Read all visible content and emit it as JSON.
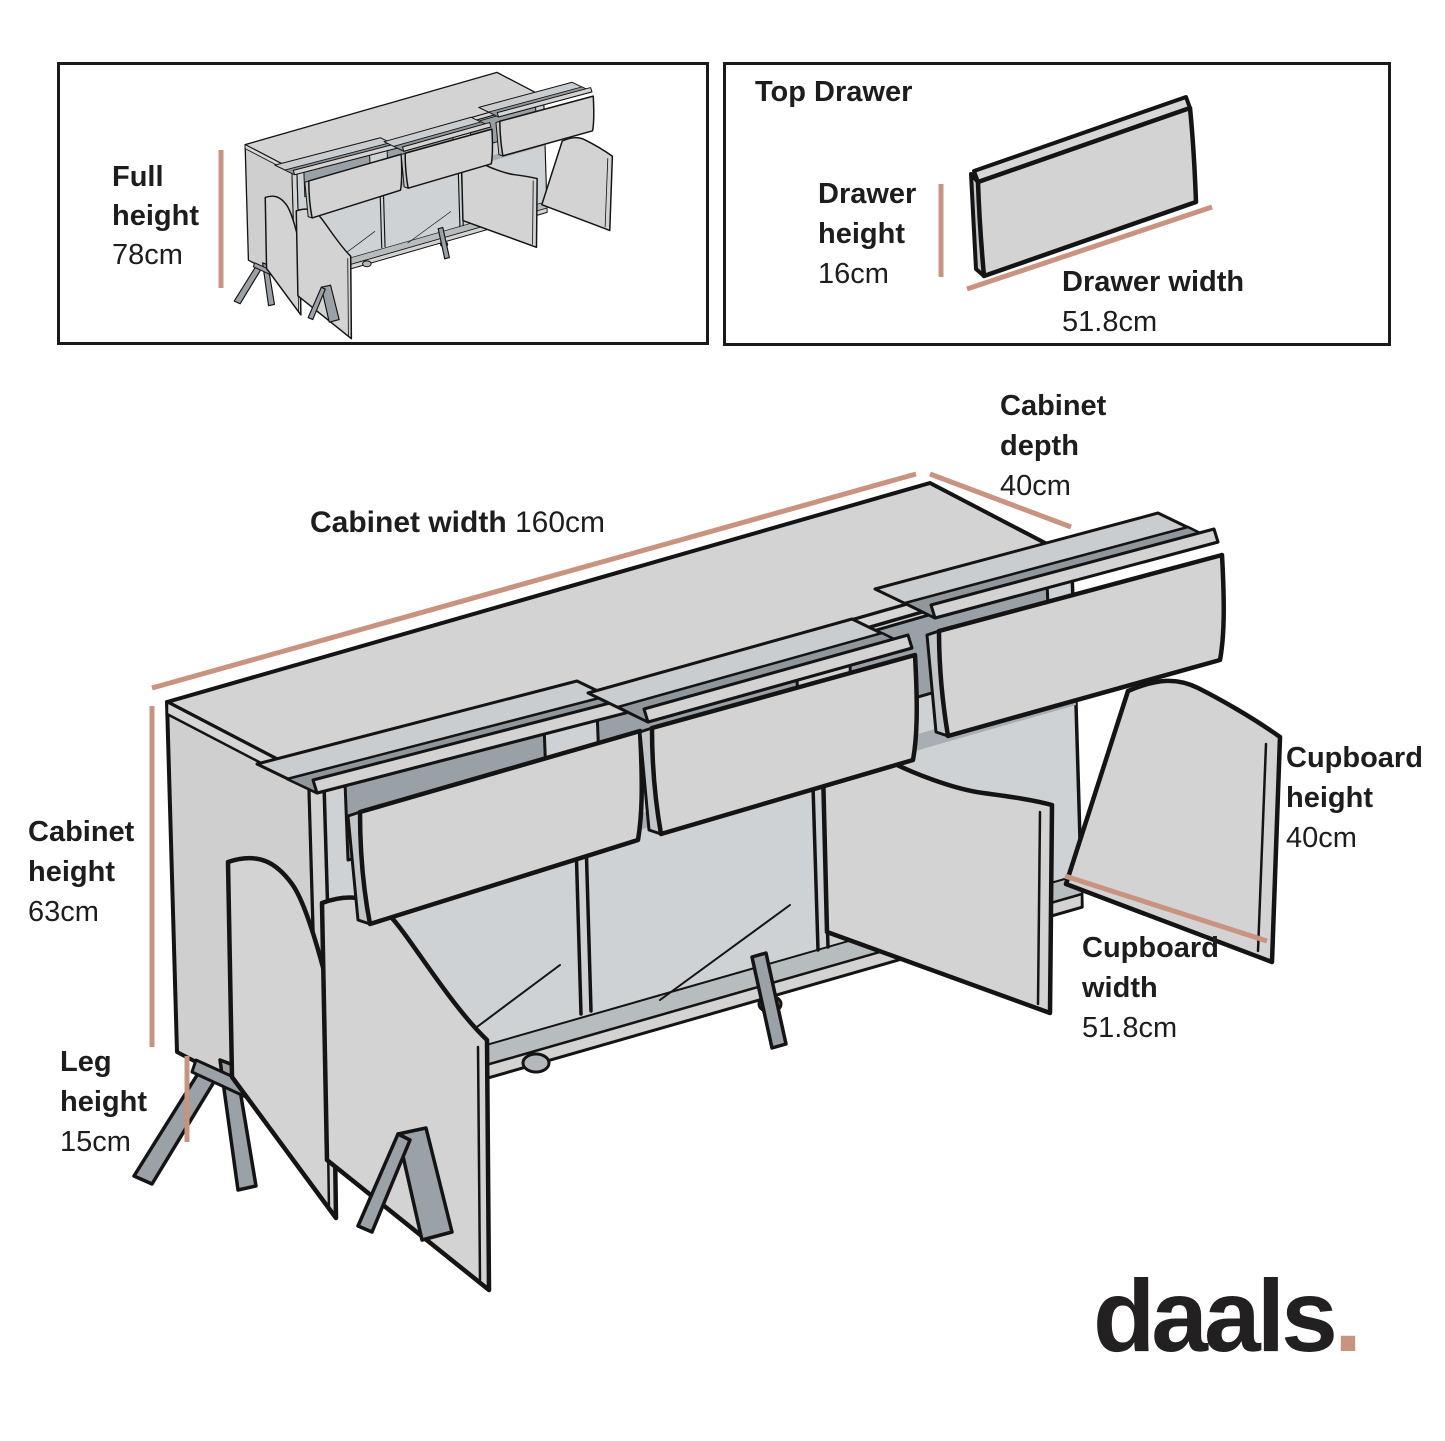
{
  "brand": {
    "logo_text": "daals",
    "logo_dot": "."
  },
  "colors": {
    "accent_dimension_line": "#C9947F",
    "outline": "#141414",
    "cabinet_fill": "#D3D3D3",
    "text": "#1D1D1E"
  },
  "panels": {
    "full_height": {
      "line1": "Full",
      "line2": "height",
      "value": "78cm"
    },
    "top_drawer": {
      "title": "Top Drawer",
      "drawer_height": {
        "line1": "Drawer",
        "line2": "height",
        "value": "16cm"
      },
      "drawer_width": {
        "line1": "Drawer width",
        "value": "51.8cm"
      }
    }
  },
  "main": {
    "cabinet_width": {
      "name": "Cabinet width",
      "value": "160cm"
    },
    "cabinet_depth": {
      "line1": "Cabinet",
      "line2": "depth",
      "value": "40cm"
    },
    "cabinet_height": {
      "line1": "Cabinet",
      "line2": "height",
      "value": "63cm"
    },
    "leg_height": {
      "line1": "Leg",
      "line2": "height",
      "value": "15cm"
    },
    "cupboard_height": {
      "line1": "Cupboard",
      "line2": "height",
      "value": "40cm"
    },
    "cupboard_width": {
      "line1": "Cupboard",
      "line2": "width",
      "value": "51.8cm"
    }
  }
}
